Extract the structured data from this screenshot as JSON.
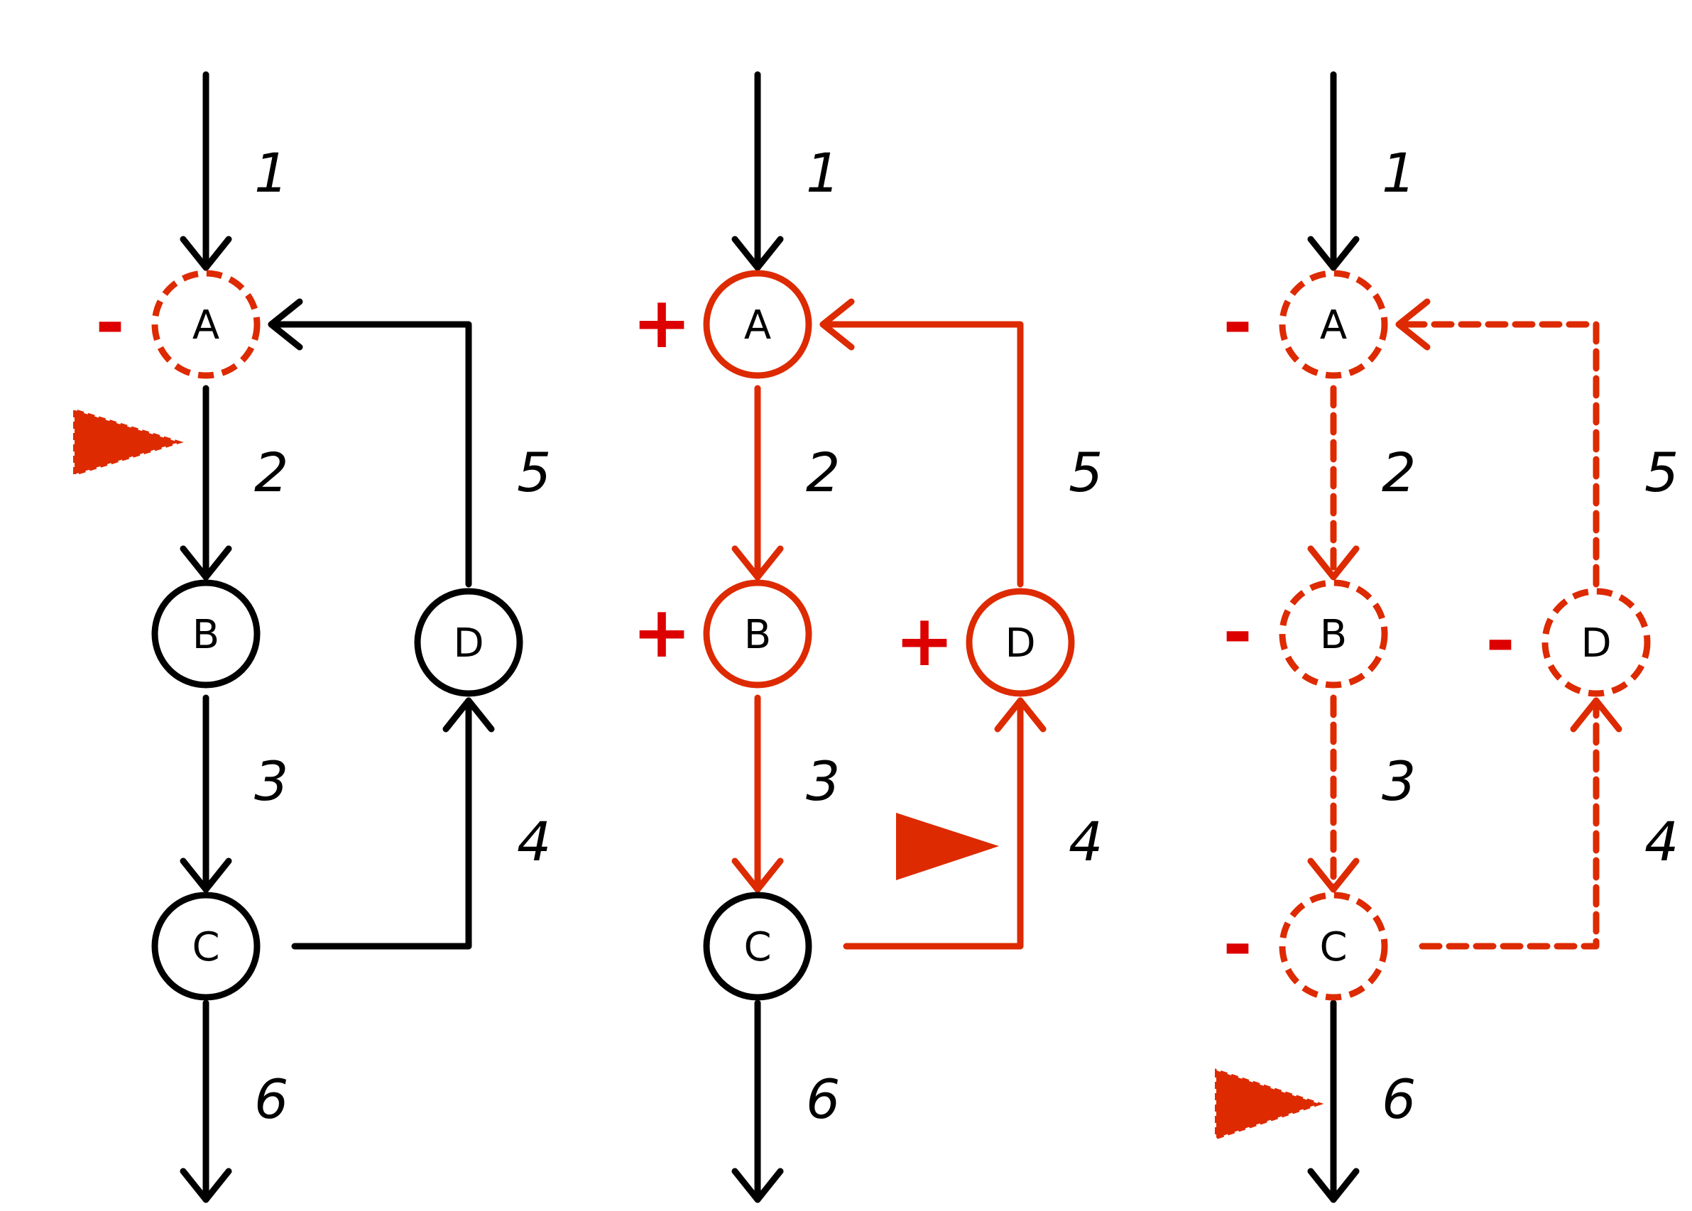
{
  "colors": {
    "black": "#000000",
    "red": "#dd2a00",
    "sign_red": "#dd0000"
  },
  "panels": [
    {
      "name": "panel-1",
      "nodes": [
        {
          "id": "A",
          "label": "A",
          "color": "red",
          "dashed": true,
          "sign": "-"
        },
        {
          "id": "B",
          "label": "B",
          "color": "black",
          "dashed": false,
          "sign": ""
        },
        {
          "id": "C",
          "label": "C",
          "color": "black",
          "dashed": false,
          "sign": ""
        },
        {
          "id": "D",
          "label": "D",
          "color": "black",
          "dashed": false,
          "sign": ""
        }
      ],
      "edges": [
        {
          "id": "1",
          "label": "1",
          "color": "black",
          "dashed": false
        },
        {
          "id": "2",
          "label": "2",
          "color": "black",
          "dashed": false
        },
        {
          "id": "3",
          "label": "3",
          "color": "black",
          "dashed": false
        },
        {
          "id": "4",
          "label": "4",
          "color": "black",
          "dashed": false
        },
        {
          "id": "5",
          "label": "5",
          "color": "black",
          "dashed": false
        },
        {
          "id": "6",
          "label": "6",
          "color": "black",
          "dashed": false
        }
      ],
      "marker": {
        "on_edge": "2",
        "dashed": true
      }
    },
    {
      "name": "panel-2",
      "nodes": [
        {
          "id": "A",
          "label": "A",
          "color": "red",
          "dashed": false,
          "sign": "+"
        },
        {
          "id": "B",
          "label": "B",
          "color": "red",
          "dashed": false,
          "sign": "+"
        },
        {
          "id": "C",
          "label": "C",
          "color": "black",
          "dashed": false,
          "sign": ""
        },
        {
          "id": "D",
          "label": "D",
          "color": "red",
          "dashed": false,
          "sign": "+"
        }
      ],
      "edges": [
        {
          "id": "1",
          "label": "1",
          "color": "black",
          "dashed": false
        },
        {
          "id": "2",
          "label": "2",
          "color": "red",
          "dashed": false
        },
        {
          "id": "3",
          "label": "3",
          "color": "red",
          "dashed": false
        },
        {
          "id": "4",
          "label": "4",
          "color": "red",
          "dashed": false
        },
        {
          "id": "5",
          "label": "5",
          "color": "red",
          "dashed": false
        },
        {
          "id": "6",
          "label": "6",
          "color": "black",
          "dashed": false
        }
      ],
      "marker": {
        "on_edge": "4",
        "dashed": false
      }
    },
    {
      "name": "panel-3",
      "nodes": [
        {
          "id": "A",
          "label": "A",
          "color": "red",
          "dashed": true,
          "sign": "-"
        },
        {
          "id": "B",
          "label": "B",
          "color": "red",
          "dashed": true,
          "sign": "-"
        },
        {
          "id": "C",
          "label": "C",
          "color": "red",
          "dashed": true,
          "sign": "-"
        },
        {
          "id": "D",
          "label": "D",
          "color": "red",
          "dashed": true,
          "sign": "-"
        }
      ],
      "edges": [
        {
          "id": "1",
          "label": "1",
          "color": "black",
          "dashed": false
        },
        {
          "id": "2",
          "label": "2",
          "color": "red",
          "dashed": true
        },
        {
          "id": "3",
          "label": "3",
          "color": "red",
          "dashed": true
        },
        {
          "id": "4",
          "label": "4",
          "color": "red",
          "dashed": true
        },
        {
          "id": "5",
          "label": "5",
          "color": "red",
          "dashed": true
        },
        {
          "id": "6",
          "label": "6",
          "color": "black",
          "dashed": false
        }
      ],
      "marker": {
        "on_edge": "6",
        "dashed": true
      }
    }
  ]
}
